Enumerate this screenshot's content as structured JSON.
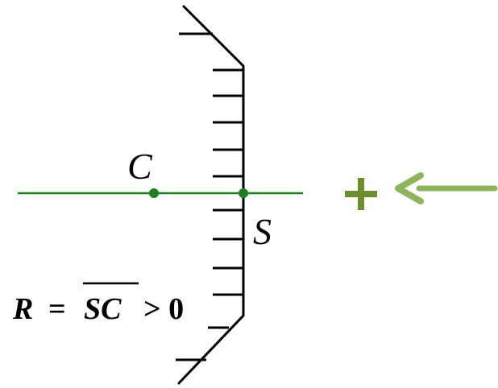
{
  "labels": {
    "center": "C",
    "vertex": "S"
  },
  "formula": {
    "lhs": "R",
    "eq": "=",
    "segment": "SC",
    "relation": "> 0"
  },
  "sign": {
    "symbol": "+"
  },
  "colors": {
    "axis": "#1e7f1e",
    "points": "#1e7f1e",
    "mirror": "#000000",
    "sign": "#6b8e2f",
    "arrow": "#8fb55a"
  }
}
